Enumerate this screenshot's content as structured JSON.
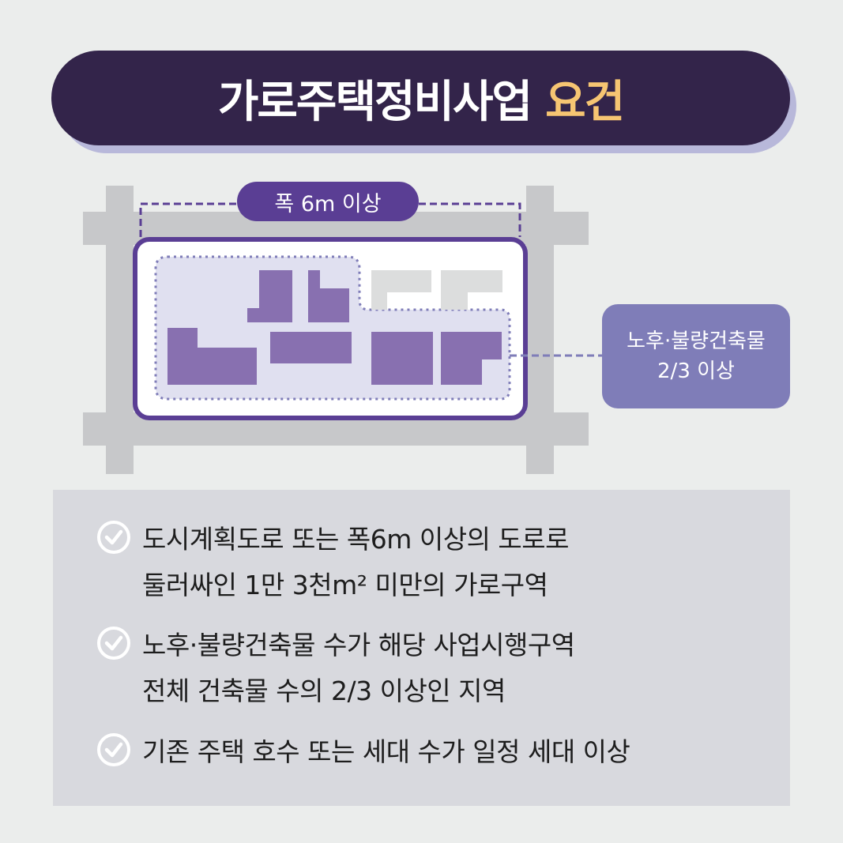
{
  "title": {
    "main": "가로주택정비사업",
    "highlight": "요건"
  },
  "diagram": {
    "width_label": "폭 6m 이상",
    "building_label": [
      "노후·불량건축물",
      "2/3 이상"
    ]
  },
  "requirements": [
    {
      "icon": "check-circle-icon",
      "lines": [
        "도시계획도로 또는 폭6m 이상의 도로로",
        "둘러싸인 1만 3천m² 미만의 가로구역"
      ]
    },
    {
      "icon": "check-circle-icon",
      "lines": [
        "노후·불량건축물 수가 해당 사업시행구역",
        "전체 건축물 수의 2/3 이상인 지역"
      ]
    },
    {
      "icon": "check-circle-icon",
      "lines": [
        "기존 주택 호수 또는 세대 수가 일정 세대 이상"
      ]
    }
  ],
  "colors": {
    "title_bg": "#33244a",
    "highlight": "#f6c572",
    "purple": "#5a3e94",
    "building": "#8870b0",
    "road": "#c7c8ca"
  }
}
